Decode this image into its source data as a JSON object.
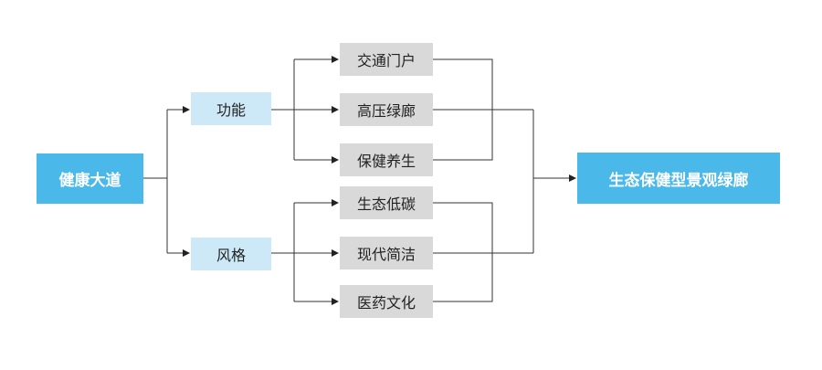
{
  "root": {
    "label": "健康大道"
  },
  "categories": [
    {
      "label": "功能"
    },
    {
      "label": "风格"
    }
  ],
  "items": [
    {
      "label": "交通门户"
    },
    {
      "label": "高压绿廊"
    },
    {
      "label": "保健养生"
    },
    {
      "label": "生态低碳"
    },
    {
      "label": "现代简洁"
    },
    {
      "label": "医药文化"
    }
  ],
  "result": {
    "label": "生态保健型景观绿廊"
  },
  "colors": {
    "primary": "#4ab8e8",
    "secondary": "#cde9f8",
    "item": "#d9d9d9",
    "line": "#333333"
  }
}
